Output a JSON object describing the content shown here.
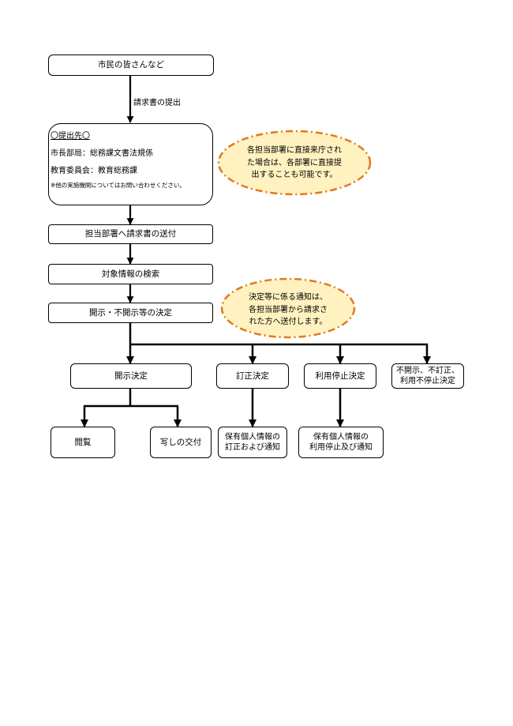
{
  "nodes": {
    "citizens": "市民の皆さんなど",
    "submit_label": "請求書の提出",
    "submission": {
      "heading": "〇提出先〇",
      "line1": "市長部局：総務課文書法規係",
      "line2": "教育委員会：教育総務課",
      "note": "※他の実施機関についてはお問い合わせください。"
    },
    "transfer": "担当部署へ請求書の送付",
    "search": "対象情報の検索",
    "decision": "開示・不開示等の決定",
    "disclose": "開示決定",
    "correct": "訂正決定",
    "suspend": "利用停止決定",
    "non": {
      "line1": "不開示、不訂正、",
      "line2": "利用不停止決定"
    },
    "view": "閲覧",
    "copy": "写しの交付",
    "correct_notice": {
      "line1": "保有個人情報の",
      "line2": "訂正および通知"
    },
    "suspend_notice": {
      "line1": "保有個人情報の",
      "line2": "利用停止及び通知"
    }
  },
  "callouts": {
    "direct": {
      "line1": "各担当部署に直接来庁され",
      "line2": "た場合は、各部署に直接提",
      "line3": "出することも可能です。"
    },
    "notify": {
      "line1": "決定等に係る通知は、",
      "line2": "各担当部署から請求さ",
      "line3": "れた方へ送付します。"
    }
  },
  "colors": {
    "callout_fill": "#FFF2C0",
    "callout_border": "#E07A1F",
    "line": "#000000"
  }
}
